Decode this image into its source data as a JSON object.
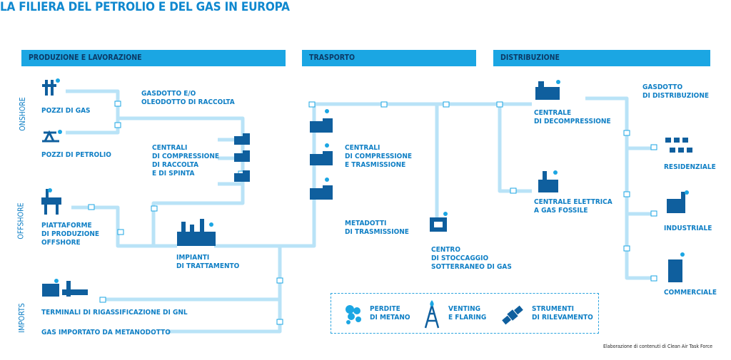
{
  "title": "LA FILIERA DEL PETROLIO E DEL GAS IN EUROPA",
  "sections": {
    "production": "PRODUZIONE E LAVORAZIONE",
    "transport": "TRASPORTO",
    "distribution": "DISTRIBUZIONE"
  },
  "side_labels": {
    "onshore": "ONSHORE",
    "offshore": "OFFSHORE",
    "imports": "IMPORTS"
  },
  "nodes": {
    "gas_wells": "POZZI DI GAS",
    "oil_wells": "POZZI DI PETROLIO",
    "gathering_line_1": "GASDOTTO E/O",
    "gathering_line_2": "OLEODOTTO DI RACCOLTA",
    "compression_1": "CENTRALI",
    "compression_2": "DI COMPRESSIONE",
    "compression_3": "DI RACCOLTA",
    "compression_4": "E DI SPINTA",
    "platforms_1": "PIATTAFORME",
    "platforms_2": "DI PRODUZIONE",
    "platforms_3": "OFFSHORE",
    "treatment_1": "IMPIANTI",
    "treatment_2": "DI TRATTAMENTO",
    "lng": "TERMINALI DI RIGASSIFICAZIONE DI GNL",
    "pipeline_import": "GAS IMPORTATO DA METANODOTTO",
    "transmission_stations_1": "CENTRALI",
    "transmission_stations_2": "DI COMPRESSIONE",
    "transmission_stations_3": "E TRASMISSIONE",
    "transmission_pipes_1": "METADOTTI",
    "transmission_pipes_2": "DI TRASMISSIONE",
    "storage_1": "CENTRO",
    "storage_2": "DI STOCCAGGIO",
    "storage_3": "SOTTERRANEO DI GAS",
    "decompression_1": "CENTRALE",
    "decompression_2": "DI DECOMPRESSIONE",
    "power_plant_1": "CENTRALE ELETTRICA",
    "power_plant_2": "A GAS FOSSILE",
    "distribution_line_1": "GASDOTTO",
    "distribution_line_2": "DI DISTRIBUZIONE",
    "residential": "RESIDENZIALE",
    "industrial": "INDUSTRIALE",
    "commercial": "COMMERCIALE"
  },
  "legend": {
    "methane_leaks_1": "PERDITE",
    "methane_leaks_2": "DI METANO",
    "venting_1": "VENTING",
    "venting_2": "E FLARING",
    "instruments_1": "STRUMENTI",
    "instruments_2": "DI RILEVAMENTO"
  },
  "credit": "Elaborazione di contenuti di Clean Air Task Force",
  "colors": {
    "pipe": "#b9e3f7",
    "accent": "#1ba6e3",
    "icon": "#0f5f9e",
    "text": "#0f7fc5"
  }
}
